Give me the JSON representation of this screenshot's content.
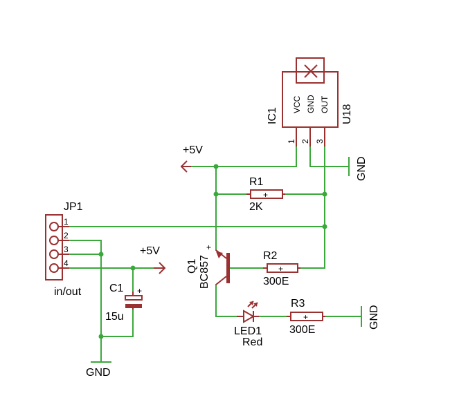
{
  "labels": {
    "jp1": "JP1",
    "jp1_sub": "in/out",
    "jp1_pin1": "1",
    "jp1_pin2": "2",
    "jp1_pin3": "3",
    "jp1_pin4": "4",
    "gnd_bottom": "GND",
    "gnd_ic": "GND",
    "gnd_r3": "GND",
    "vcc_top": "+5V",
    "vcc_mid": "+5V",
    "c1": "C1",
    "c1_val": "15u",
    "c1_plus": "+",
    "r1": "R1",
    "r1_val": "2K",
    "r2": "R2",
    "r2_val": "300E",
    "r3": "R3",
    "r3_val": "300E",
    "q1": "Q1",
    "q1_val": "BC857",
    "led1": "LED1",
    "led1_val": "Red",
    "ic1": "IC1",
    "ic1_val": "U18",
    "ic_vcc": "VCC",
    "ic_gnd": "GND",
    "ic_out": "OUT",
    "ic_pin1": "1",
    "ic_pin2": "2",
    "ic_pin3": "3",
    "res_plus": "+"
  },
  "colors": {
    "wire": "#3aa83a",
    "symbol": "#9a3030",
    "text": "#000000",
    "background": "#ffffff"
  }
}
